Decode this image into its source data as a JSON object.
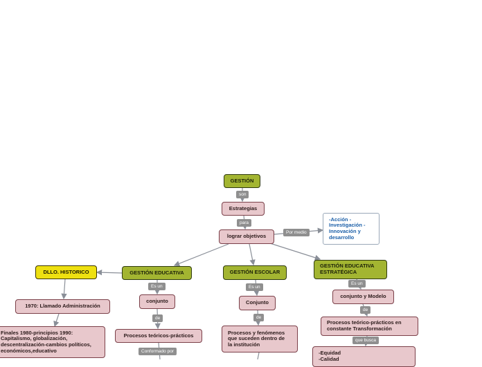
{
  "nodes": {
    "gestion": "GESTIÓN",
    "estrategias": "Estrategias",
    "lograr_objetivos": "lograr objetivos",
    "acciones": "-Acción                -\nInvestigación -\nInnovación y\ndesarrollo",
    "dllo_historico": "DLLO. HISTORICO",
    "gestion_educativa": "GESTIÓN EDUCATIVA",
    "gestion_escolar": "GESTIÓN ESCOLAR",
    "gestion_estrategica": "GESTIÓN EDUCATIVA\nESTRATÉGICA",
    "llamado_admin": "1970: Llamado Administración",
    "finales_1980": "Finales 1980-principios 1990:\nCapitalismo, globalización,\ndescentralización-cambios políticos,\neconómicos,educativo",
    "conjunto_1": "conjunto",
    "procesos_teoricos": "Procesos teóricos-prácticos",
    "conjunto_2": "Conjunto",
    "procesos_fenomenos": "Procesos y fenómenos\nque suceden dentro de\nla institución",
    "conjunto_modelo": "conjunto y Modelo",
    "procesos_transformacion": "Procesos teórico-prácticos en\nconstante  Transformación",
    "equidad_calidad": "-Equidad\n-Calidad"
  },
  "links": {
    "son": "son",
    "para": "para",
    "por_medio": "Por medio",
    "es_un_1": "Es un",
    "de_1": "de",
    "conformado_por": "Conformado por",
    "es_un_2": "Es un",
    "de_2": "de",
    "es_un_3": "Es un",
    "de_3": "de",
    "que_busca": "que busca"
  },
  "colors": {
    "pink": "#e8c8cc",
    "green": "#a3b531",
    "yellow": "#eee010",
    "label_gray": "#8f8f8f",
    "connector": "#8a8f98",
    "blue_text": "#1b5fa8"
  }
}
